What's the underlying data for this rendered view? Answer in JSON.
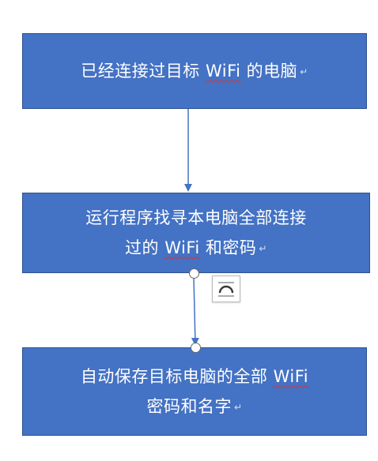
{
  "diagram": {
    "steps": [
      {
        "id": "step-1",
        "segments": [
          "已经连接过目标 ",
          "WiFi",
          " 的电脑"
        ],
        "mark": "↵"
      },
      {
        "id": "step-2",
        "line1": "运行程序找寻本电脑全部连接",
        "segments": [
          "过的 ",
          "WiFi",
          " 和密码"
        ],
        "mark": "↵"
      },
      {
        "id": "step-3",
        "segments": [
          "自动保存目标电脑的全部 ",
          "WiFi"
        ],
        "line2": "密码和名字",
        "mark": "↵"
      }
    ],
    "connector_color": "#4472c4",
    "box_fill": "#4472c4",
    "box_border": "#2f528f",
    "spellcheck_underline_color": "#e03030"
  },
  "ui": {
    "layout_options_icon": "layout-options-icon",
    "selection_handle_icon": "selection-handle-icon"
  }
}
